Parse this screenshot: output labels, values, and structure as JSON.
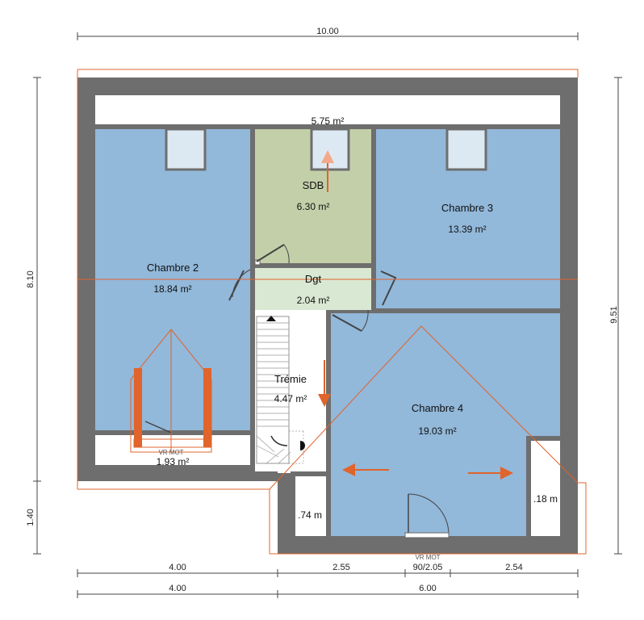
{
  "rooms": {
    "top_strip": {
      "area": "5.75 m²"
    },
    "sdb": {
      "name": "SDB",
      "area": "6.30 m²"
    },
    "chambre3": {
      "name": "Chambre 3",
      "area": "13.39 m²"
    },
    "chambre2": {
      "name": "Chambre 2",
      "area": "18.84 m²"
    },
    "dgt": {
      "name": "Dgt",
      "area": "2.04 m²"
    },
    "tremie": {
      "name": "Trémie",
      "area": "4.47 m²"
    },
    "chambre4": {
      "name": "Chambre 4",
      "area": "19.03 m²"
    },
    "low_left": {
      "area": "1.93 m²"
    },
    "small_mid": {
      "area": ".74 m"
    },
    "small_right": {
      "area": ".18 m"
    }
  },
  "labels": {
    "vr_mot_left": "VR MOT",
    "vr_mot_bottom": "VR MOT",
    "door_dim": "90/2.05"
  },
  "dimensions": {
    "top": "10.00",
    "left_main": "8.10",
    "left_lower": "1.40",
    "right": "9.51",
    "bottom1": [
      "4.00",
      "2.55",
      "2.54"
    ],
    "bottom2": [
      "4.00",
      "6.00"
    ]
  },
  "colors": {
    "wall": "#6e6e6e",
    "bedroom": "#92b8da",
    "bathroom": "#c3cfa8",
    "corridor": "#d9e8d2",
    "window": "#dde9f2",
    "accent": "#e0642b"
  }
}
